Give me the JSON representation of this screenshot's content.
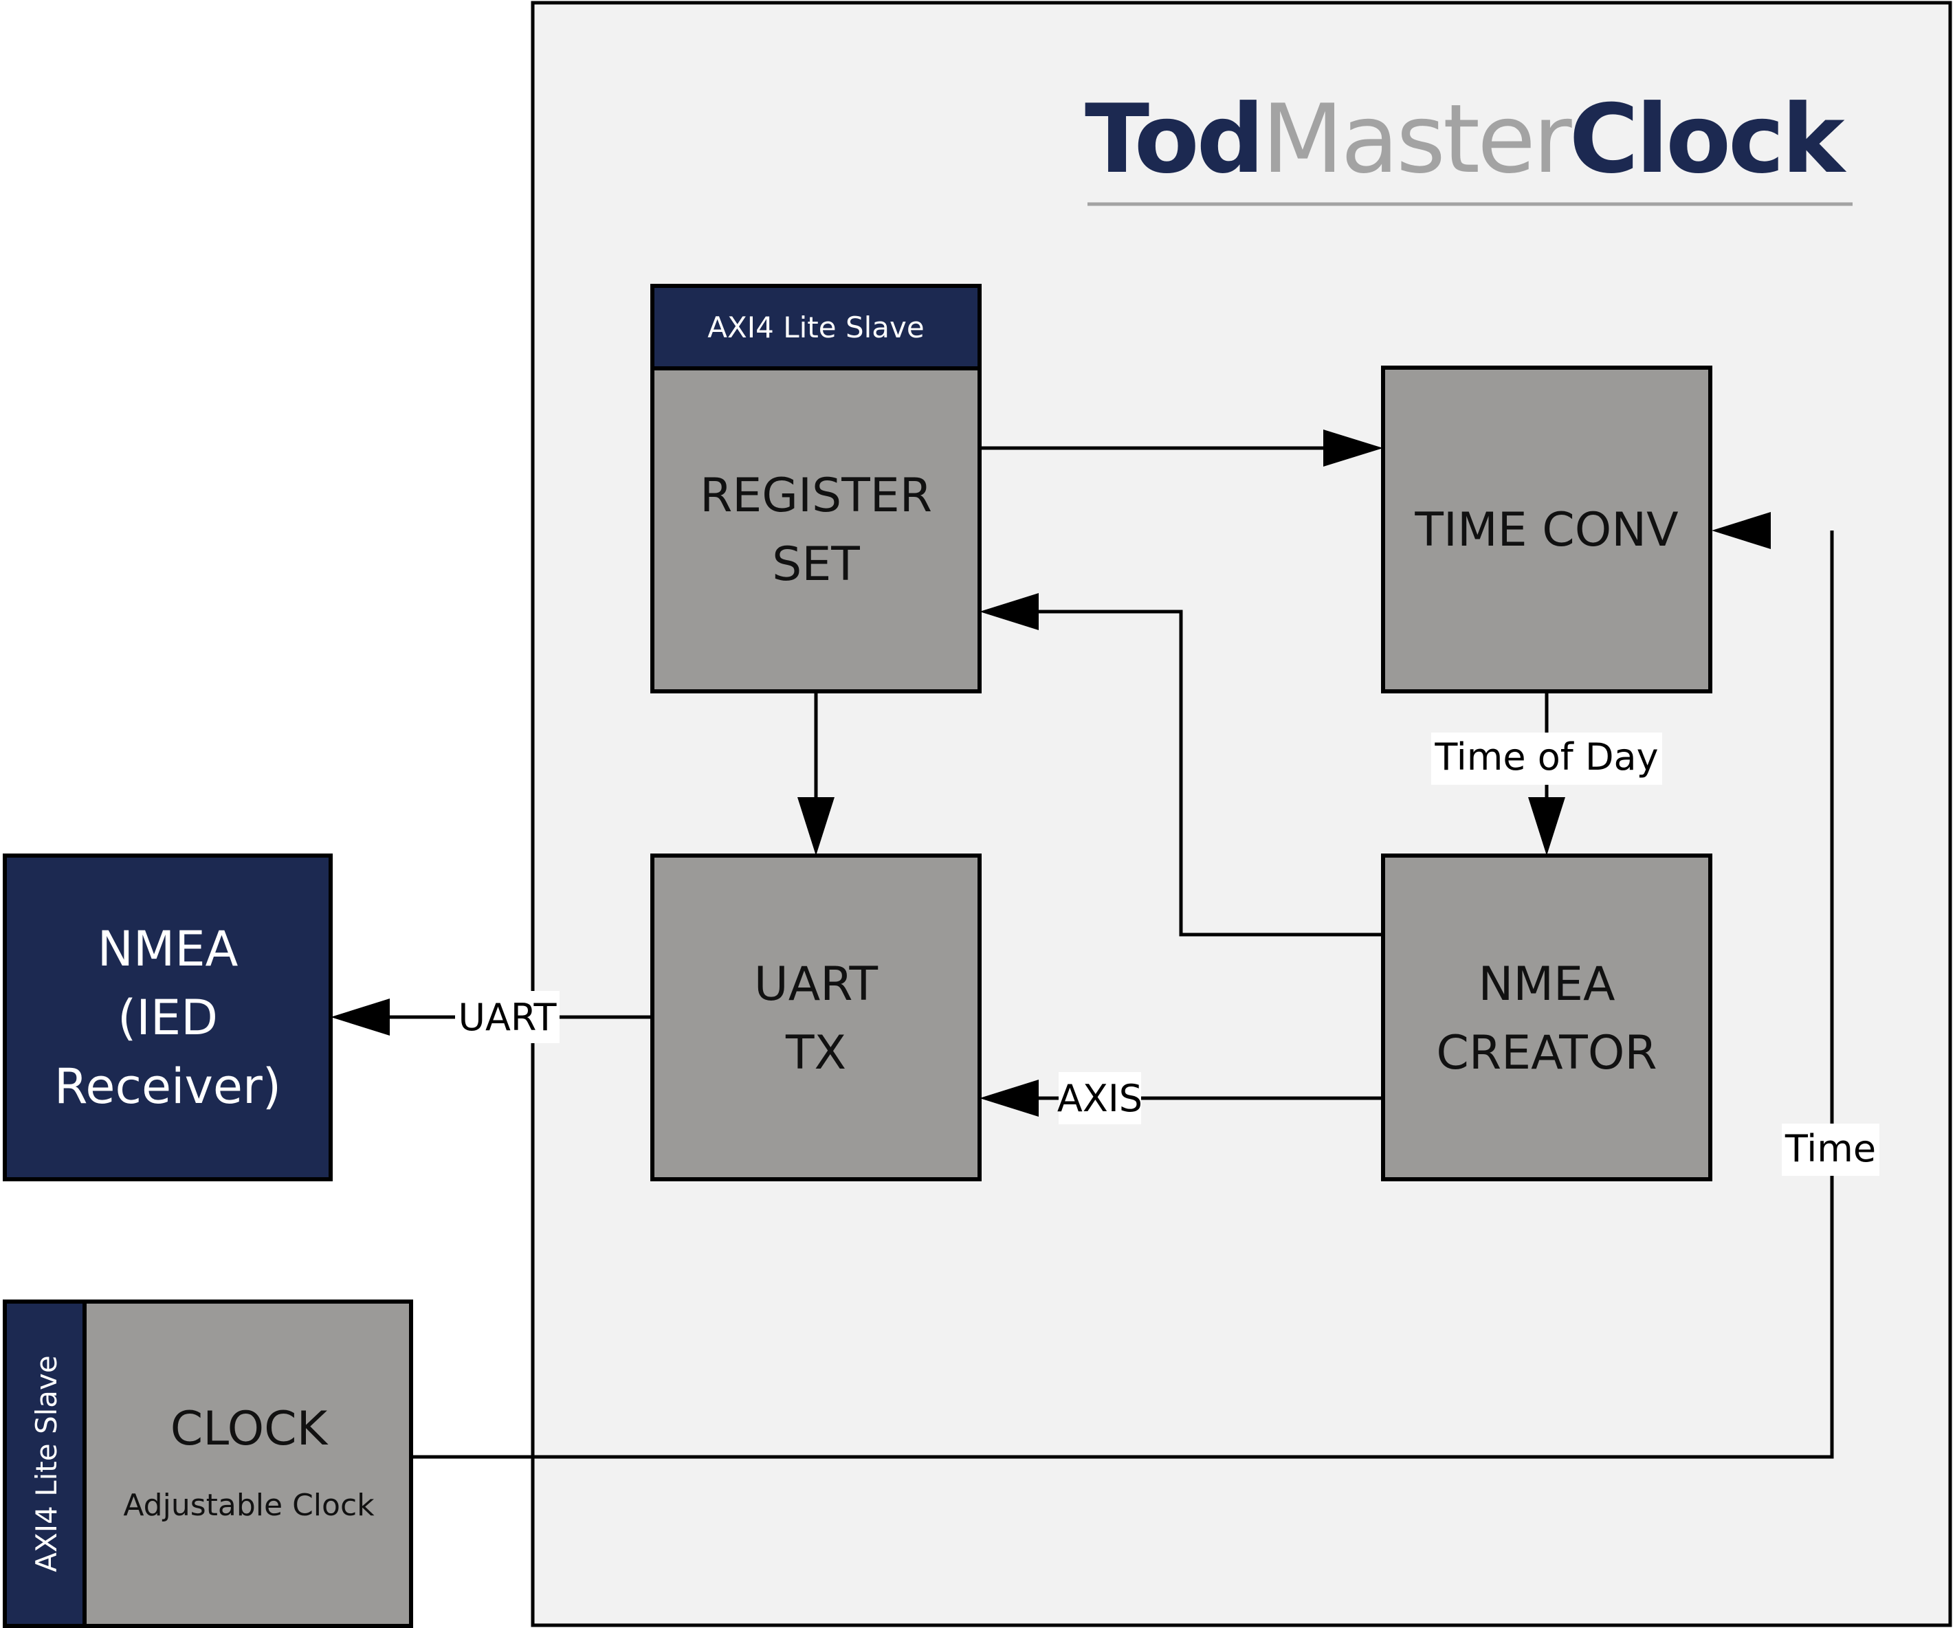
{
  "logo": {
    "part1": "Tod",
    "part2": "Master",
    "part3": "Clock"
  },
  "colors": {
    "navy": "#1c2951",
    "block_gray": "#9b9a98",
    "background": "#f2f2f2",
    "logo_gray": "#a3a3a3"
  },
  "blocks": {
    "register_set": {
      "header": "AXI4 Lite Slave",
      "line1": "REGISTER",
      "line2": "SET"
    },
    "time_conv": {
      "label": "TIME CONV"
    },
    "uart_tx": {
      "line1": "UART",
      "line2": "TX"
    },
    "nmea_creator": {
      "line1": "NMEA",
      "line2": "CREATOR"
    },
    "nmea_receiver": {
      "line1": "NMEA",
      "line2": "(IED",
      "line3": "Receiver)"
    },
    "clock": {
      "side_label": "AXI4 Lite Slave",
      "title": "CLOCK",
      "subtitle": "Adjustable Clock"
    }
  },
  "signals": {
    "uart": "UART",
    "axis": "AXIS",
    "time_of_day": "Time of Day",
    "time": "Time"
  }
}
